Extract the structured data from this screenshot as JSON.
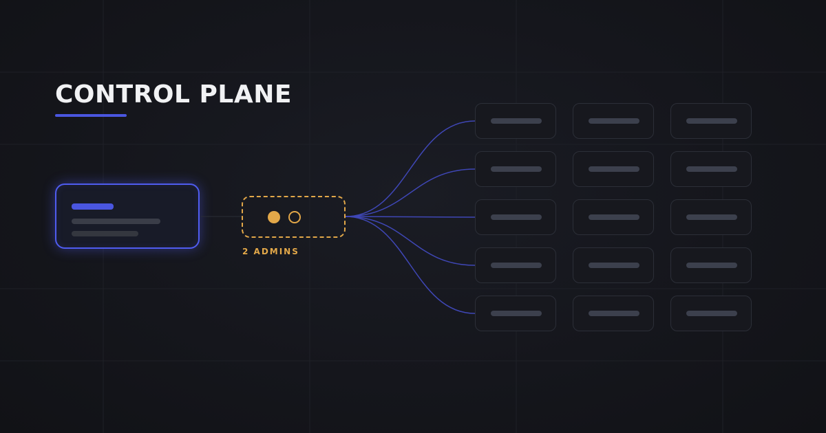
{
  "header": {
    "title": "CONTROL PLANE"
  },
  "admins": {
    "label": "2 ADMINS",
    "count": 2
  },
  "grid_nodes": {
    "rows": 5,
    "columns": 3
  },
  "colors": {
    "background": "#14151a",
    "accent": "#4a56e0",
    "admin": "#e3a849",
    "connector": "#4048b8",
    "node_border": "#2c2f38",
    "node_bar": "#3c404d"
  }
}
